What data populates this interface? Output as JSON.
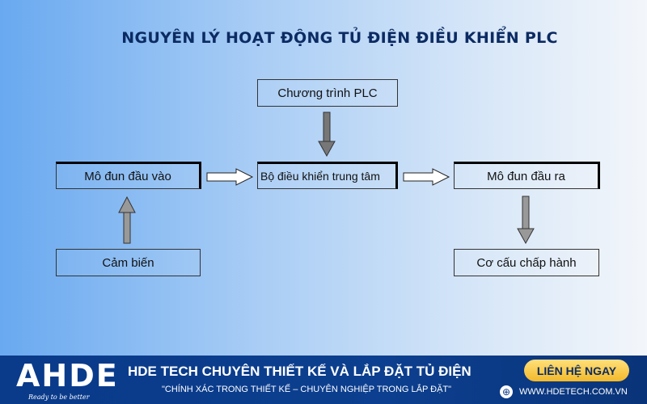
{
  "title": "NGUYÊN LÝ HOẠT ĐỘNG TỦ ĐIỆN ĐIỀU KHIỂN PLC",
  "diagram": {
    "nodes": {
      "program": "Chương trình PLC",
      "input": "Mô đun đầu vào",
      "cpu": "Bộ điều khiển trung tâm",
      "output": "Mô đun đầu ra",
      "sensor": "Cảm biến",
      "actuator": "Cơ cấu chấp hành"
    }
  },
  "banner": {
    "logo": "AHDE",
    "tagline": "Ready to be better",
    "headline": "HDE TECH CHUYÊN THIẾT KẾ VÀ LẮP ĐẶT TỦ ĐIỆN",
    "slogan": "\"CHÍNH XÁC TRONG THIẾT KẾ – CHUYÊN NGHIỆP TRONG LẮP ĐẶT\"",
    "cta": "LIÊN HỆ NGAY",
    "website": "WWW.HDETECH.COM.VN",
    "globe_icon": "globe-icon"
  }
}
